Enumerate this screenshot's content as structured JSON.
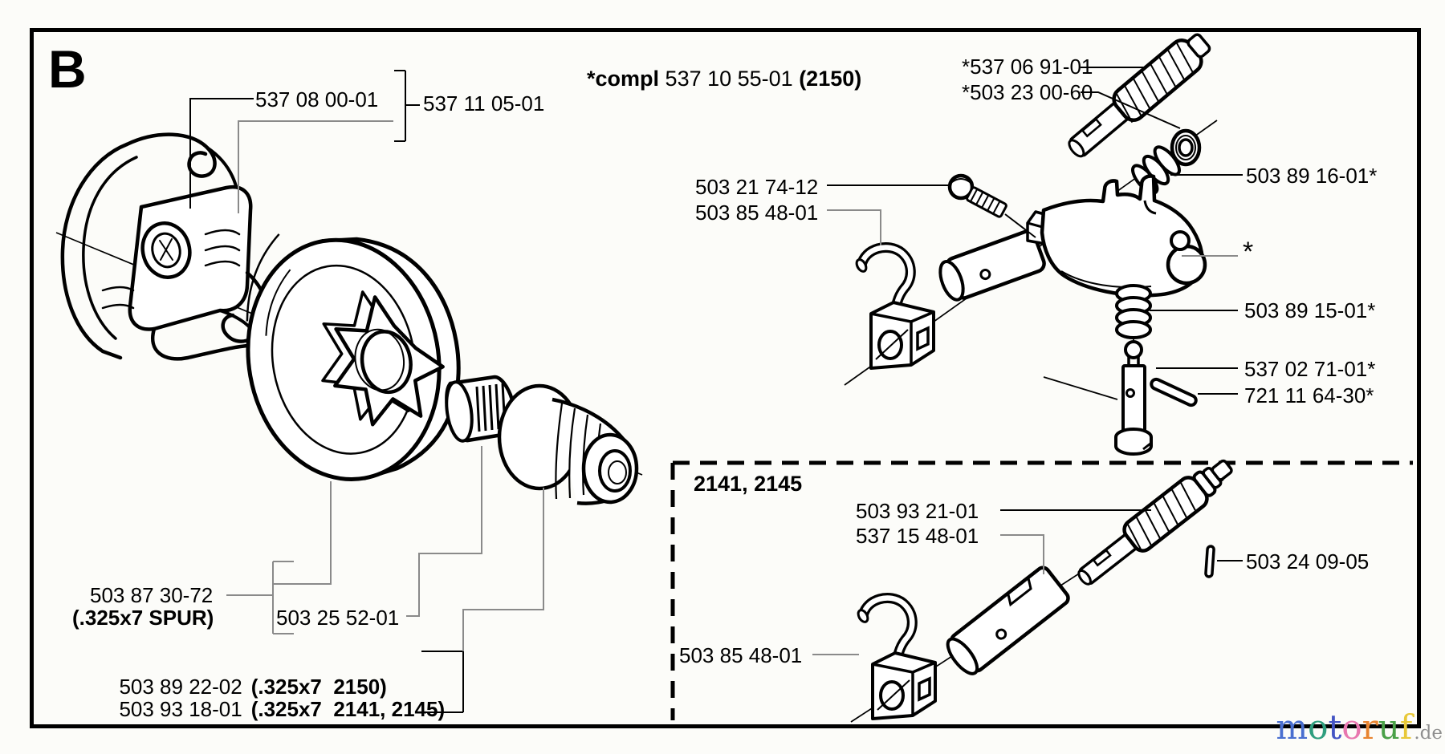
{
  "diagram": {
    "section_letter": "B",
    "complete_assembly": {
      "prefix": "*compl ",
      "number": "537 10 55-01 ",
      "models": "(2150)"
    },
    "inset": {
      "title": "2141, 2145"
    },
    "part_labels": {
      "clutch_spring": "537 08 00-01",
      "clutch_assembly": "537 11 05-01",
      "oil_pump_worm_shaft": "*537 06 91-01",
      "washer": "*503 23 00-60",
      "spring_large": "503 89 16-01*",
      "screw": "503 21 74-12",
      "oil_pickup_body": "503 85 48-01",
      "oil_pump_body_marker": "*",
      "pump_spring": "503 89 15-01*",
      "pump_plunger": "537 02 71-01*",
      "pin": "721 11 64-30*",
      "clutch_drum": "503 87 30-72",
      "clutch_drum_spec": "(.325x7 SPUR)",
      "needle_bearing": "503 25 52-01",
      "worm_2150": "503 89 22-02",
      "worm_2150_spec": "(.325x7  2150)",
      "worm_2141_2145": "503 93 18-01",
      "worm_2141_2145_spec": "(.325x7  2141, 2145)",
      "inset_worm_shaft": "503 93 21-01",
      "inset_pump_cylinder": "537 15 48-01",
      "inset_pin": "503 24 09-05",
      "inset_oil_pickup_body": "503 85 48-01"
    },
    "colors": {
      "ink": "#000000",
      "leader_gray": "#8a8a8a",
      "background": "#fcfcf9"
    },
    "watermark": {
      "letters": [
        {
          "ch": "m",
          "color": "#4a6fd0"
        },
        {
          "ch": "o",
          "color": "#2e9e7e"
        },
        {
          "ch": "t",
          "color": "#4454c4"
        },
        {
          "ch": "o",
          "color": "#e878b0"
        },
        {
          "ch": "r",
          "color": "#e88430"
        },
        {
          "ch": "u",
          "color": "#4aa148"
        },
        {
          "ch": "f",
          "color": "#e8c838"
        }
      ],
      "suffix": ".de"
    }
  }
}
